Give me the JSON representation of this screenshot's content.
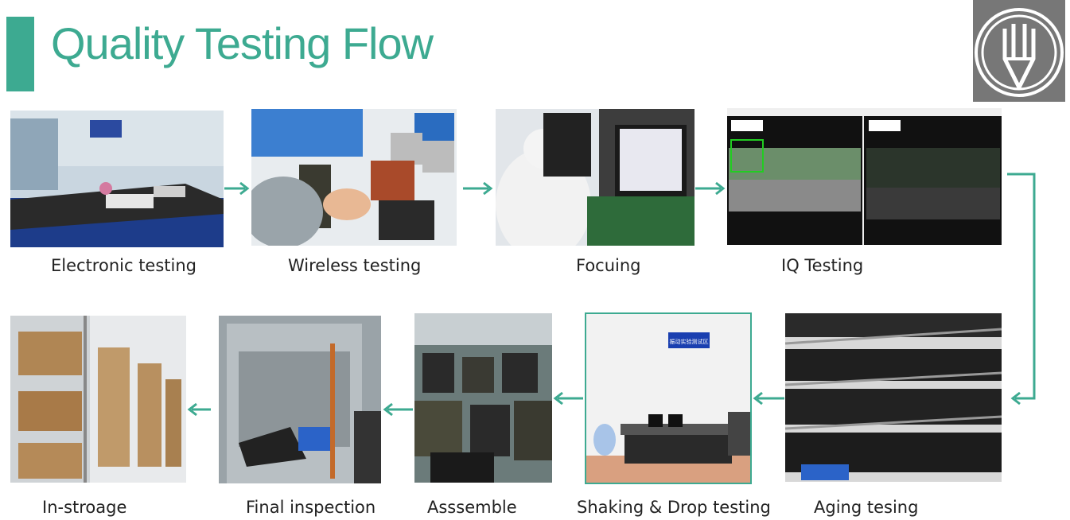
{
  "page": {
    "title": "Quality Testing Flow"
  },
  "colors": {
    "accent": "#3daa91",
    "logo_bg": "#777777"
  },
  "logo": {
    "icon": "pencil-fork-logo"
  },
  "steps": [
    {
      "caption": "Electronic testing",
      "image": "electronic-testing-lab-photo"
    },
    {
      "caption": "Wireless testing",
      "image": "wireless-testing-photo"
    },
    {
      "caption": "Focuing",
      "image": "focusing-station-photo"
    },
    {
      "caption": "IQ Testing",
      "image": "iq-testing-screens-photo"
    },
    {
      "caption": "Aging tesing",
      "image": "aging-rack-photo"
    },
    {
      "caption": "Shaking & Drop testing",
      "image": "shaking-table-photo",
      "sign": "振动实验测试区"
    },
    {
      "caption": "Asssemble",
      "image": "assembled-cameras-photo"
    },
    {
      "caption": "Final inspection",
      "image": "inspection-booth-photo"
    },
    {
      "caption": "In-stroage",
      "image": "warehouse-shelves-photo"
    }
  ]
}
